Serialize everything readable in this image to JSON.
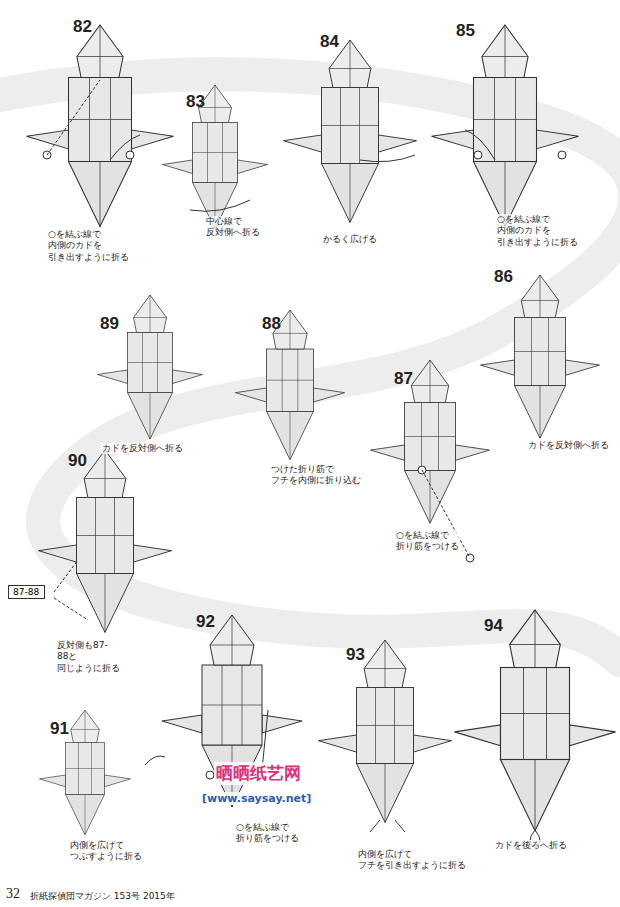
{
  "diagram": {
    "nodes": [
      {
        "text": [
          "87-88"
        ]
      }
    ],
    "labels": [
      "82",
      "○を結ぶ線で 内側のカドを 引き出すように折る",
      "83",
      "中心線で 反対側へ折る",
      "84",
      "かるく広げる",
      "85",
      "○を結ぶ線で 内側のカドを 引き出すように折る",
      "86",
      "カドを反対側へ折る",
      "87",
      "○を結ぶ線で 折り筋をつける",
      "88",
      "つけた折り筋で フチを内側に折り込む",
      "89",
      "カドを反対側へ折る",
      "90",
      "反対側も87-88と 同じように折る",
      "91",
      "内側を広げて つぶすように折る",
      "92",
      "○を結ぶ線で 折り筋をつける",
      "93",
      "内側を広げて フチを引き出すように折る",
      "94",
      "カドを後ろへ折る",
      "晒晒纸艺网",
      "[www.saysay.net]",
      "32",
      "折紙探偵団マガジン 153号 2015年"
    ]
  }
}
